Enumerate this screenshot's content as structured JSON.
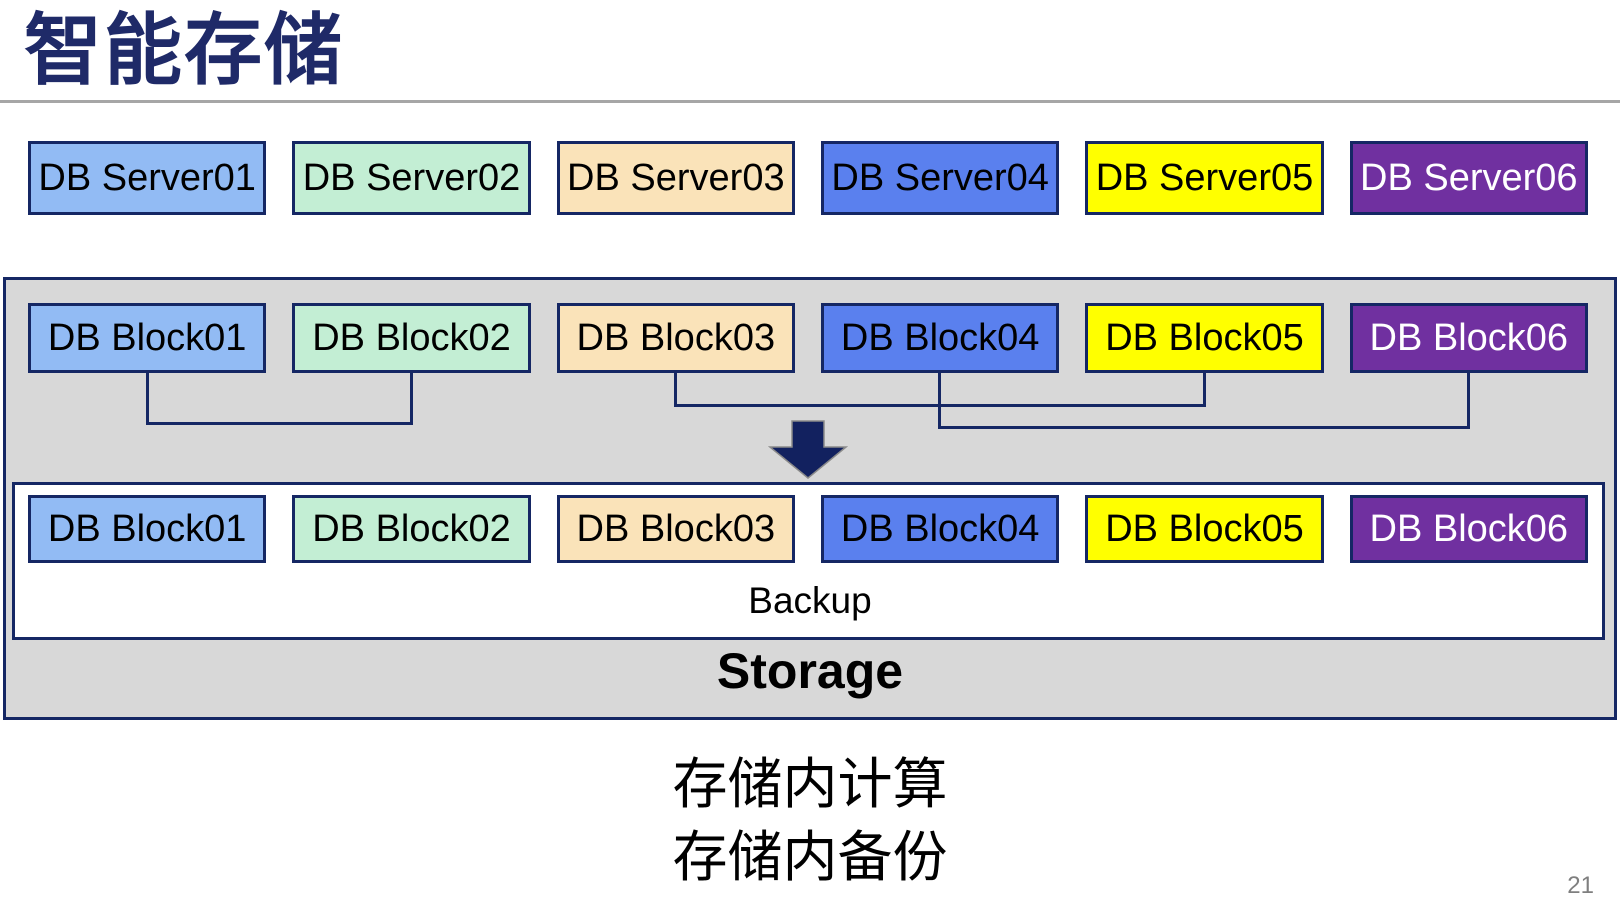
{
  "slide": {
    "title": "智能存储",
    "page_number": "21"
  },
  "colors": {
    "navy_line": "#152764",
    "arrow_fill": "#12215F",
    "container_fill": "#D8D8D8",
    "rule_gray": "#A6A6A6",
    "title_color": "#1F2A68",
    "page_number_gray": "#7F7F7F"
  },
  "server_row": {
    "items": [
      {
        "label": "DB Server01",
        "fill": "#92BBF4",
        "text_color": "#000000"
      },
      {
        "label": "DB Server02",
        "fill": "#C3EED4",
        "text_color": "#000000"
      },
      {
        "label": "DB Server03",
        "fill": "#FAE3B9",
        "text_color": "#000000"
      },
      {
        "label": "DB Server04",
        "fill": "#5A80EE",
        "text_color": "#000000"
      },
      {
        "label": "DB Server05",
        "fill": "#FFFF00",
        "text_color": "#000000"
      },
      {
        "label": "DB Server06",
        "fill": "#7030A0",
        "text_color": "#FFFFFF"
      }
    ]
  },
  "storage_unit": {
    "blocks_top": [
      {
        "label": "DB Block01",
        "fill": "#92BBF4",
        "text_color": "#000000"
      },
      {
        "label": "DB Block02",
        "fill": "#C3EED4",
        "text_color": "#000000"
      },
      {
        "label": "DB Block03",
        "fill": "#FAE3B9",
        "text_color": "#000000"
      },
      {
        "label": "DB Block04",
        "fill": "#5A80EE",
        "text_color": "#000000"
      },
      {
        "label": "DB Block05",
        "fill": "#FFFF00",
        "text_color": "#000000"
      },
      {
        "label": "DB Block06",
        "fill": "#7030A0",
        "text_color": "#FFFFFF"
      }
    ],
    "blocks_bottom": [
      {
        "label": "DB Block01",
        "fill": "#92BBF4",
        "text_color": "#000000"
      },
      {
        "label": "DB Block02",
        "fill": "#C3EED4",
        "text_color": "#000000"
      },
      {
        "label": "DB Block03",
        "fill": "#FAE3B9",
        "text_color": "#000000"
      },
      {
        "label": "DB Block04",
        "fill": "#5A80EE",
        "text_color": "#000000"
      },
      {
        "label": "DB Block05",
        "fill": "#FFFF00",
        "text_color": "#000000"
      },
      {
        "label": "DB Block06",
        "fill": "#7030A0",
        "text_color": "#FFFFFF"
      }
    ],
    "backup_label": "Backup",
    "storage_label": "Storage",
    "pairings": [
      "Block01-Block02",
      "Block03-Block05",
      "Block04-Block06"
    ]
  },
  "annotations": {
    "line1": "存储内计算",
    "line2": "存储内备份"
  }
}
